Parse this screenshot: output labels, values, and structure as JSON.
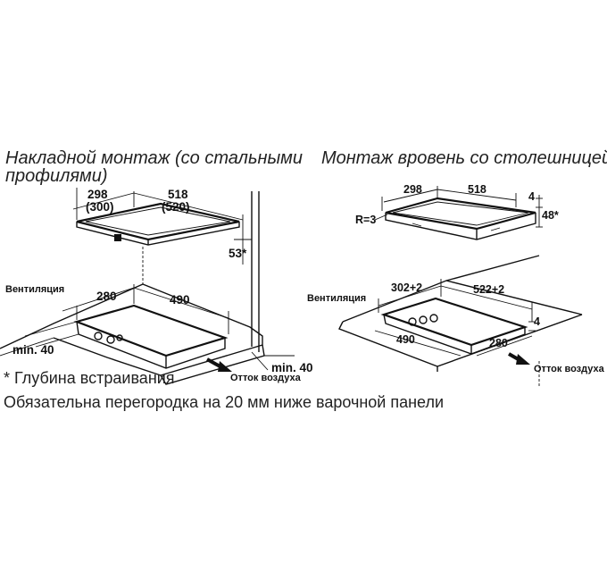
{
  "left": {
    "title_line1": "Накладной монтаж (со стальными",
    "title_line2": "профилями)",
    "dim_298": "298",
    "dim_300": "(300)",
    "dim_518": "518",
    "dim_520": "(520)",
    "dim_53": "53*",
    "ventilation": "Вентиляция",
    "dim_280": "280",
    "dim_490": "490",
    "min40_left": "min. 40",
    "min40_right": "min. 40",
    "air_outlet": "Отток воздуха"
  },
  "right": {
    "title": "Монтаж вровень со столешницей",
    "dim_298": "298",
    "dim_518": "518",
    "dim_4_top": "4",
    "dim_48": "48*",
    "radius": "R=3",
    "ventilation": "Вентиляция",
    "dim_302": "302+2",
    "dim_522": "522+2",
    "dim_4_bottom": "4",
    "dim_490": "490",
    "dim_280": "280",
    "air_outlet": "Отток воздуха"
  },
  "footnotes": {
    "depth": "* Глубина встраивания",
    "partition": "Обязательна перегородка на 20 мм ниже варочной панели"
  }
}
